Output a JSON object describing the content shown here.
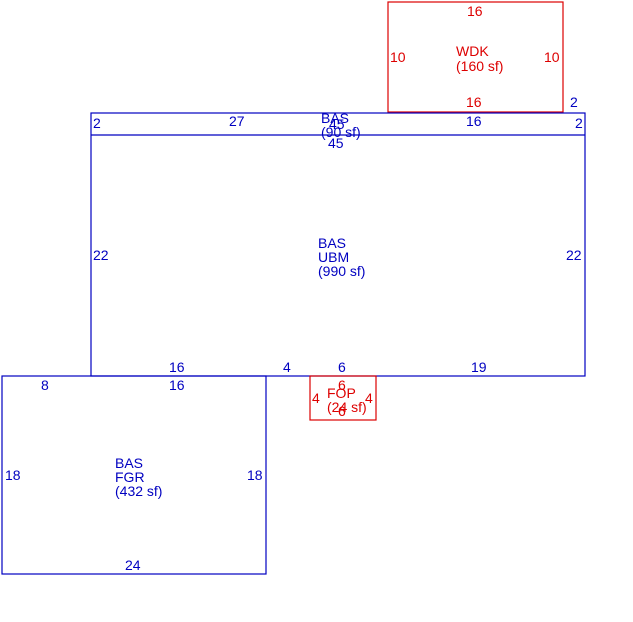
{
  "colors": {
    "blue": "#0000c0",
    "red": "#dd0000",
    "background": "#ffffff"
  },
  "areas": {
    "wdk": {
      "code": "WDK",
      "area": "(160 sf)",
      "top": "16",
      "bottom": "16",
      "left": "10",
      "right": "10",
      "corner": "2"
    },
    "bas_strip": {
      "code": "BAS",
      "overlap_label": "45",
      "area": "(90 sf)",
      "left": "2",
      "right": "2",
      "top_left": "27",
      "top_right": "16",
      "bottom": "45"
    },
    "bas_ubm": {
      "code": "BAS",
      "sub": "UBM",
      "area": "(990 sf)",
      "left": "22",
      "right": "22",
      "bottom_a": "16",
      "bottom_b": "4",
      "bottom_c": "6",
      "bottom_d": "19"
    },
    "bas_fgr": {
      "code": "BAS",
      "sub": "FGR",
      "area": "(432 sf)",
      "top_left": "8",
      "top": "16",
      "left": "18",
      "right": "18",
      "bottom": "24"
    },
    "fop": {
      "code": "FOP",
      "area": "(24 sf)",
      "top": "6",
      "bottom": "6",
      "left": "4",
      "right": "4"
    }
  }
}
